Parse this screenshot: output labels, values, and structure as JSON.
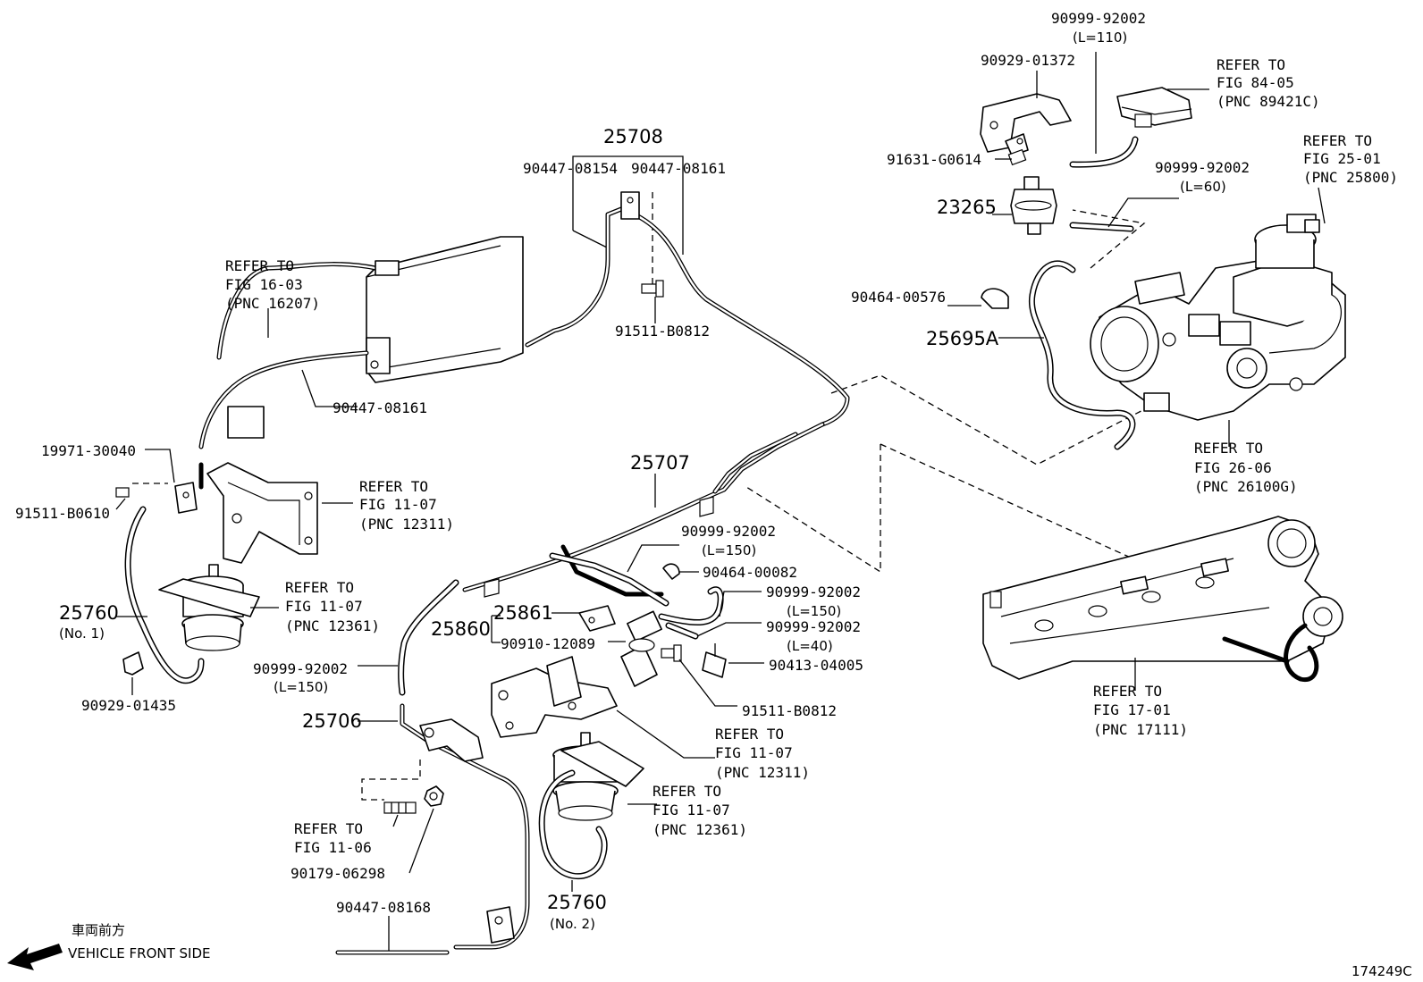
{
  "labels": {
    "p90999_92002_l110": "90999-92002",
    "l110": "(L=110)",
    "p90929_01372": "90929-01372",
    "ref_84_05_a": "REFER TO",
    "ref_84_05_b": "FIG 84-05",
    "ref_84_05_c": "(PNC 89421C)",
    "ref_25_01_a": "REFER TO",
    "ref_25_01_b": "FIG 25-01",
    "ref_25_01_c": "(PNC 25800)",
    "p91631_g0614": "91631-G0614",
    "p90999_92002_l60": "90999-92002",
    "l60": "(L=60)",
    "p23265": "23265",
    "p90464_00576": "90464-00576",
    "p25695a": "25695A",
    "ref_26_06_a": "REFER TO",
    "ref_26_06_b": "FIG 26-06",
    "ref_26_06_c": "(PNC 26100G)",
    "p25708": "25708",
    "p90447_08154": "90447-08154",
    "p90447_08161_top": "90447-08161",
    "p91511_b0812_top": "91511-B0812",
    "ref_16_03_a": "REFER TO",
    "ref_16_03_b": "FIG 16-03",
    "ref_16_03_c": "(PNC 16207)",
    "p90447_08161_mid": "90447-08161",
    "p19971_30040": "19971-30040",
    "p91511_b0610": "91511-B0610",
    "ref_11_07_12311a_a": "REFER TO",
    "ref_11_07_12311a_b": "FIG 11-07",
    "ref_11_07_12311a_c": "(PNC 12311)",
    "ref_11_07_12361a_a": "REFER TO",
    "ref_11_07_12361a_b": "FIG 11-07",
    "ref_11_07_12361a_c": "(PNC 12361)",
    "p25760_no1": "25760",
    "no1": "(No. 1)",
    "p90929_01435": "90929-01435",
    "p25707": "25707",
    "p90999_92002_l150a": "90999-92002",
    "l150a": "(L=150)",
    "p90464_00082": "90464-00082",
    "p90999_92002_l150b": "90999-92002",
    "l150b": "(L=150)",
    "p90999_92002_l40": "90999-92002",
    "l40": "(L=40)",
    "p90413_04005": "90413-04005",
    "p91511_b0812_bot": "91511-B0812",
    "p25861": "25861",
    "p25860": "25860",
    "p90910_12089": "90910-12089",
    "p90999_92002_l150c": "90999-92002",
    "l150c": "(L=150)",
    "p25706": "25706",
    "ref_11_07_12311b_a": "REFER TO",
    "ref_11_07_12311b_b": "FIG 11-07",
    "ref_11_07_12311b_c": "(PNC 12311)",
    "ref_11_07_12361b_a": "REFER TO",
    "ref_11_07_12361b_b": "FIG 11-07",
    "ref_11_07_12361b_c": "(PNC 12361)",
    "ref_11_06_a": "REFER TO",
    "ref_11_06_b": "FIG 11-06",
    "p90179_06298": "90179-06298",
    "p90447_08168": "90447-08168",
    "p25760_no2": "25760",
    "no2": "(No. 2)",
    "ref_17_01_a": "REFER TO",
    "ref_17_01_b": "FIG 17-01",
    "ref_17_01_c": "(PNC 17111)",
    "front_jp": "車両前方",
    "front_en": "VEHICLE FRONT SIDE",
    "fig_id": "174249C"
  }
}
